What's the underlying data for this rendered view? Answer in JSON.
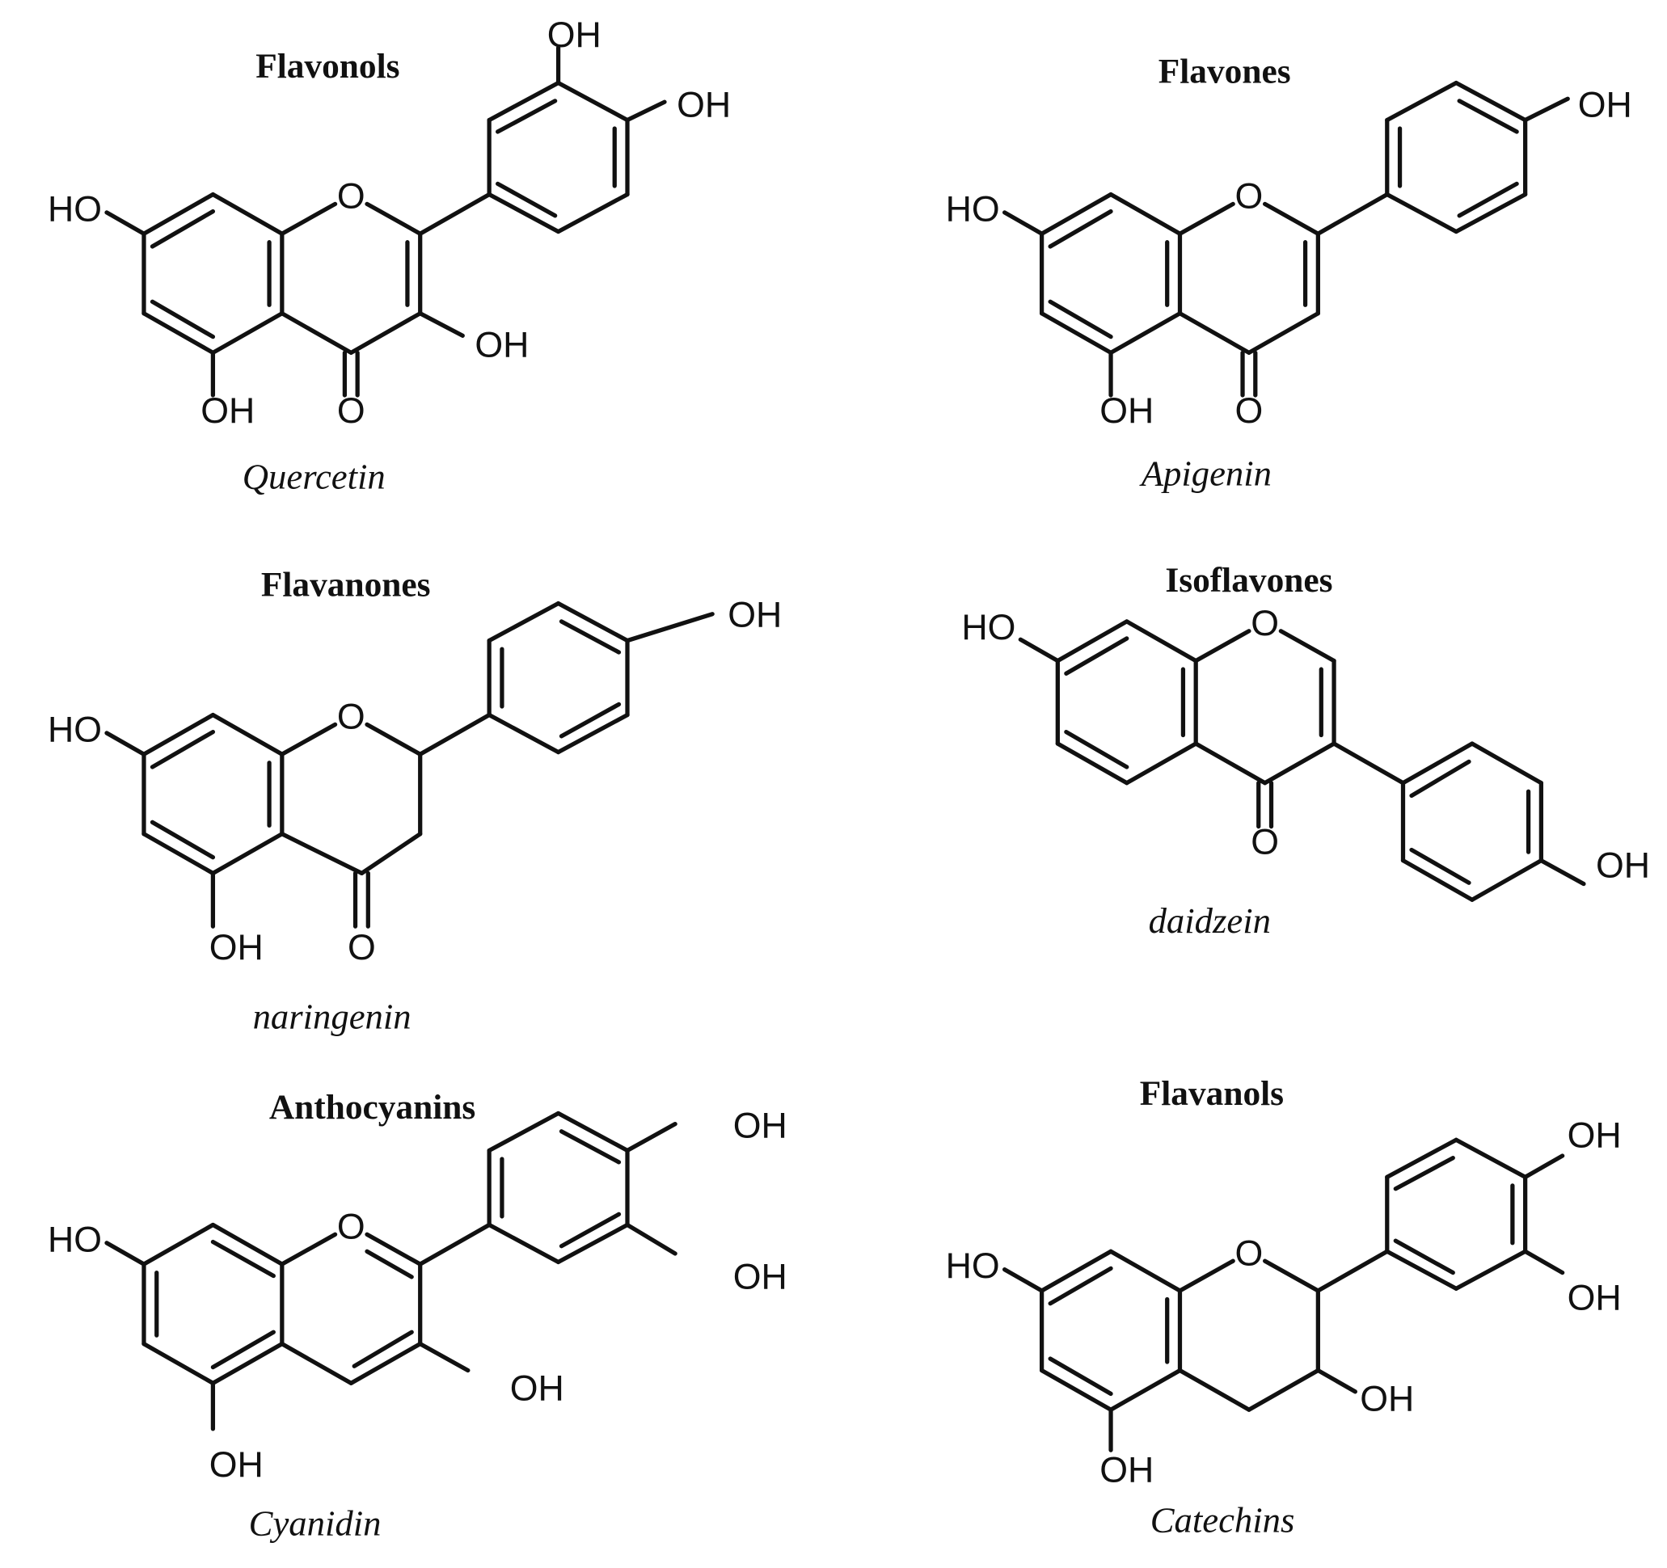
{
  "figure": {
    "panels": [
      {
        "class_title": "Flavonols",
        "compound": "Quercetin",
        "labels": {
          "c7_oh": "HO",
          "o1": "O",
          "c4_o": "O",
          "c5_oh": "OH",
          "c3_oh": "OH",
          "c3p_oh": "OH",
          "c4p_oh": "OH"
        }
      },
      {
        "class_title": "Flavones",
        "compound": "Apigenin",
        "labels": {
          "c7_oh": "HO",
          "o1": "O",
          "c4_o": "O",
          "c5_oh": "OH",
          "c4p_oh": "OH"
        }
      },
      {
        "class_title": "Flavanones",
        "compound": "naringenin",
        "labels": {
          "c7_oh": "HO",
          "o1": "O",
          "c4_o": "O",
          "c5_oh": "OH",
          "c4p_oh": "OH"
        }
      },
      {
        "class_title": "Isoflavones",
        "compound": "daidzein",
        "labels": {
          "c7_oh": "HO",
          "o1": "O",
          "c4_o": "O",
          "c4p_oh": "OH"
        }
      },
      {
        "class_title": "Anthocyanins",
        "compound": "Cyanidin",
        "labels": {
          "c7_oh": "HO",
          "o1": "O",
          "c5_oh": "OH",
          "c3_oh": "OH",
          "c3p_oh": "OH",
          "c4p_oh": "OH"
        }
      },
      {
        "class_title": "Flavanols",
        "compound": "Catechins",
        "labels": {
          "c7_oh": "HO",
          "o1": "O",
          "c5_oh": "OH",
          "c3_oh": "OH",
          "c3p_oh": "OH",
          "c4p_oh": "OH"
        }
      }
    ]
  }
}
